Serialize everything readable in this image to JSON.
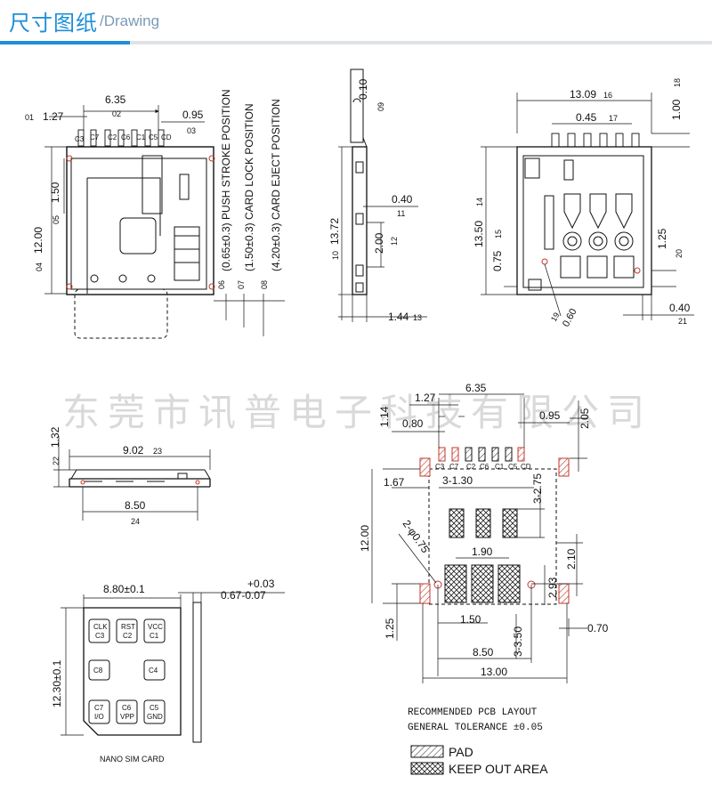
{
  "header": {
    "title_cn": "尺寸图纸",
    "title_en": "/Drawing"
  },
  "watermark": "东莞市讯普电子科技有限公司",
  "top_view": {
    "dims": [
      "6.35",
      "02",
      "01",
      "1.27",
      "0.95",
      "03",
      "12.00",
      "04",
      "1.50",
      "05"
    ],
    "contacts": [
      "C3",
      "C7",
      "C2",
      "C6",
      "C1",
      "C5",
      "CD"
    ],
    "positions": [
      {
        "num": "06",
        "text": "(0.65±0.3) PUSH STROKE POSITION"
      },
      {
        "num": "07",
        "text": "(1.50±0.3) CARD LOCK POSITION"
      },
      {
        "num": "08",
        "text": "(4.20±0.3) CARD EJECT POSITION"
      }
    ]
  },
  "side_view": {
    "dims": [
      "0.10",
      "09",
      "13.72",
      "10",
      "0.40",
      "11",
      "2.00",
      "12",
      "1.44",
      "13"
    ]
  },
  "bottom_view": {
    "dims": [
      "13.09",
      "16",
      "1.00",
      "18",
      "0.45",
      "17",
      "13.50",
      "14",
      "0.75",
      "15",
      "1.25",
      "20",
      "0.40",
      "21",
      "0.60",
      "19"
    ]
  },
  "front_view": {
    "dims": [
      "1.32",
      "22",
      "9.02",
      "23",
      "8.50",
      "24"
    ]
  },
  "card": {
    "width": "8.80±0.1",
    "height": "12.30±0.1",
    "thickness_tol_plus": "+0.03",
    "thickness": "0.67-0.07",
    "caption": "NANO SIM CARD",
    "contacts": [
      {
        "l1": "CLK",
        "l2": "C3"
      },
      {
        "l1": "RST",
        "l2": "C2"
      },
      {
        "l1": "VCC",
        "l2": "C1"
      },
      {
        "l1": "C8",
        "l2": ""
      },
      {
        "l1": "C4",
        "l2": ""
      },
      {
        "l1": "C7",
        "l2": "I/O"
      },
      {
        "l1": "C6",
        "l2": "VPP"
      },
      {
        "l1": "C5",
        "l2": "GND"
      }
    ]
  },
  "pcb": {
    "dims": [
      "6.35",
      "1.14",
      "1.27",
      "0.80",
      "0.95",
      "2.05",
      "1.67",
      "3-1.30",
      "3-2.75",
      "12.00",
      "2-φ0.75",
      "1.90",
      "2.10",
      "2.93",
      "1.25",
      "1.50",
      "3-3.50",
      "0.70",
      "8.50",
      "13.00"
    ],
    "contacts": [
      "C3",
      "C7",
      "C2",
      "C6",
      "C1",
      "C5",
      "CD"
    ],
    "notes": [
      "RECOMMENDED PCB LAYOUT",
      "GENERAL TOLERANCE ±0.05"
    ],
    "legend": [
      {
        "label": "PAD"
      },
      {
        "label": "KEEP OUT AREA"
      }
    ]
  }
}
